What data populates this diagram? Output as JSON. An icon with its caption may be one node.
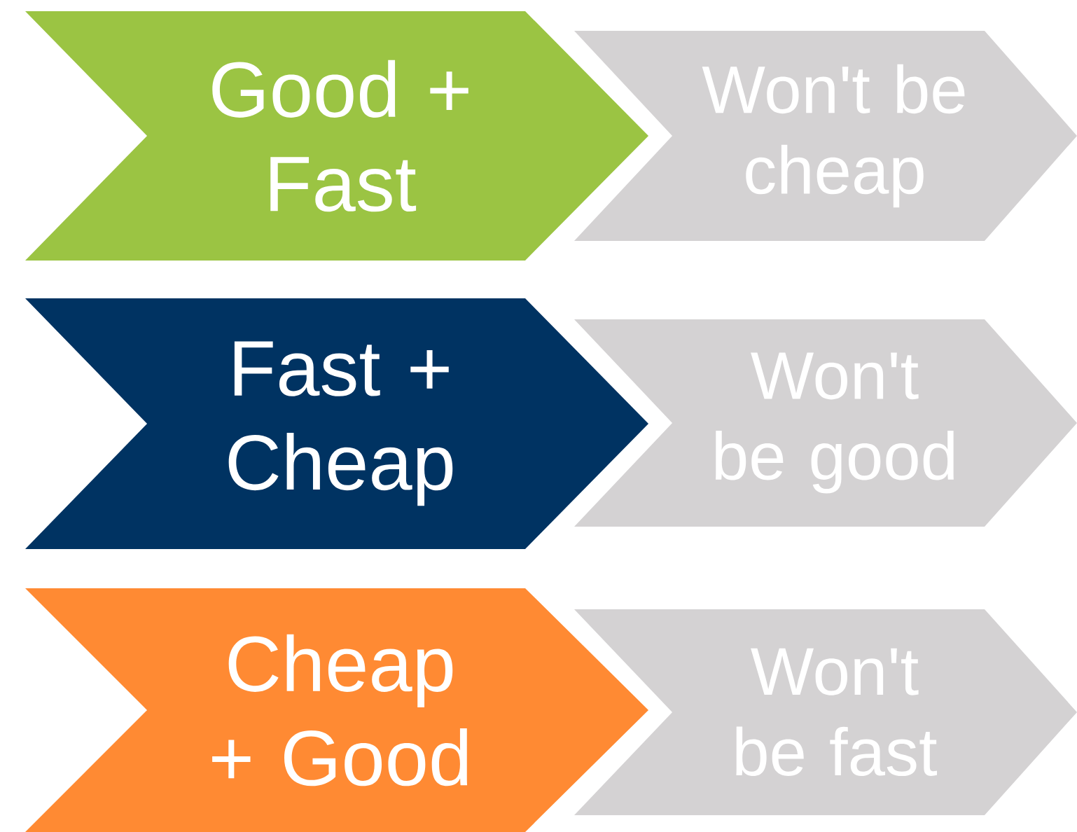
{
  "diagram": {
    "nodes": [
      {
        "text": [
          "Good + Fast"
        ]
      },
      {
        "text": [
          "Won't be cheap"
        ]
      },
      {
        "text": [
          "Fast + Cheap"
        ]
      },
      {
        "text": [
          "Won't be good"
        ]
      },
      {
        "text": [
          "Cheap + Good"
        ]
      },
      {
        "text": [
          "Won't be fast"
        ]
      }
    ]
  }
}
